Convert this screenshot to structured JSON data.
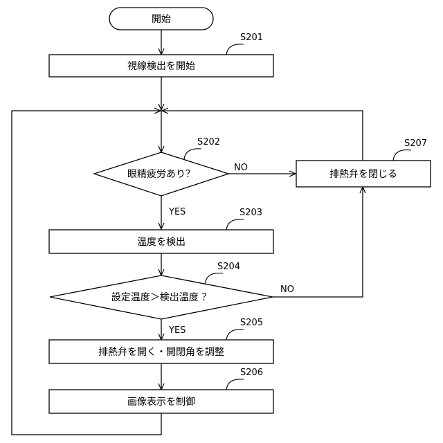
{
  "nodes": {
    "start": "開始",
    "s201": "視線検出を開始",
    "s202": "眼精疲労あり？",
    "s203": "温度を検出",
    "s204": "設定温度＞検出温度 ？",
    "s205": "排熱弁を開く・開閉角を調整",
    "s206": "画像表示を制御",
    "s207": "排熱弁を閉じる"
  },
  "step_labels": {
    "s201": "S201",
    "s202": "S202",
    "s203": "S203",
    "s204": "S204",
    "s205": "S205",
    "s206": "S206",
    "s207": "S207"
  },
  "branches": {
    "s202_yes": "YES",
    "s202_no": "NO",
    "s204_yes": "YES",
    "s204_no": "NO"
  }
}
